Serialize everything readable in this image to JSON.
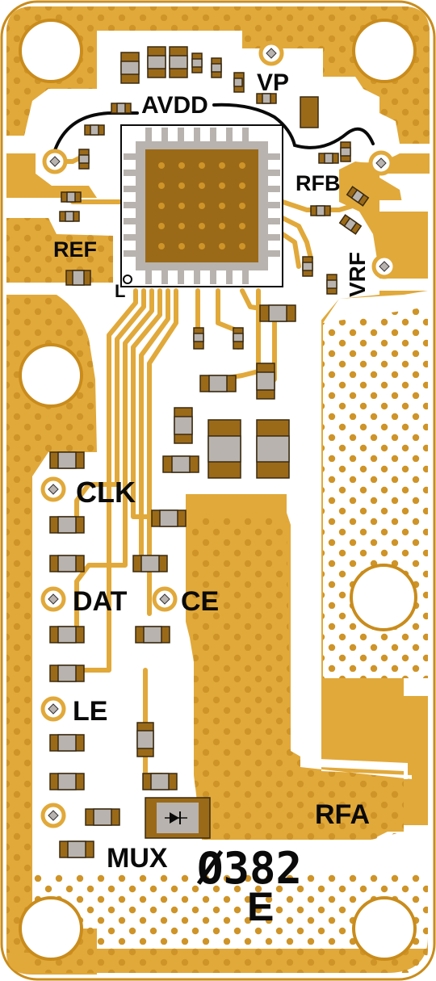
{
  "board": {
    "colors": {
      "substrate": "#ffffff",
      "copper": "#e1a93a",
      "copper_dark": "#c98c1c",
      "via": "#cf9428",
      "pad_metal": "#b8b3ae",
      "component": "#9b6a18",
      "component_outline": "#3a2a10",
      "ic_core": "#9b6a18",
      "silkscreen": "#0a0a0a"
    }
  },
  "labels": {
    "avdd": "AVDD",
    "vp": "VP",
    "rfb": "RFB",
    "ref": "REF",
    "vrf": "VRF",
    "clk": "CLK",
    "dat": "DAT",
    "ce": "CE",
    "le": "LE",
    "mux": "MUX",
    "rfa": "RFA",
    "pin1": "L"
  },
  "serial": {
    "number": "Ø382",
    "revision": "E"
  }
}
